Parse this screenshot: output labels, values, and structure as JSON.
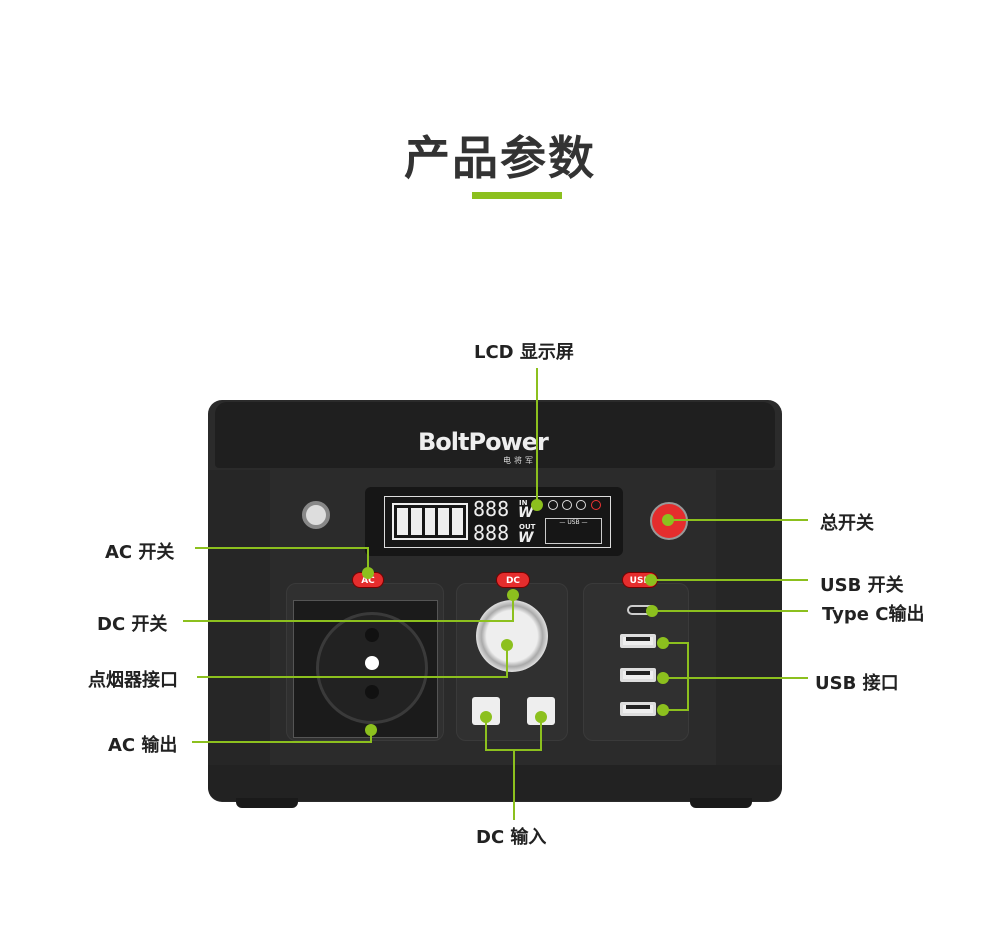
{
  "title": "产品参数",
  "accent": "#8cc01e",
  "brand": {
    "logo": "BoltPower",
    "logo_sub": "电将军"
  },
  "lcd": {
    "digits_in": "888",
    "digits_out": "888",
    "in_label": "IN",
    "out_label": "OUT",
    "unit": "W",
    "usb_label": "— USB —"
  },
  "buttons": {
    "ac": "AC",
    "dc": "DC",
    "usb": "USB"
  },
  "callouts": {
    "lcd": "LCD 显示屏",
    "ac_switch": "AC 开关",
    "dc_switch": "DC 开关",
    "cig": "点烟器接口",
    "ac_out": "AC 输出",
    "power": "总开关",
    "usb_switch": "USB 开关",
    "typec": "Type C输出",
    "usb_ports": "USB 接口",
    "dc_in": "DC 输入"
  }
}
